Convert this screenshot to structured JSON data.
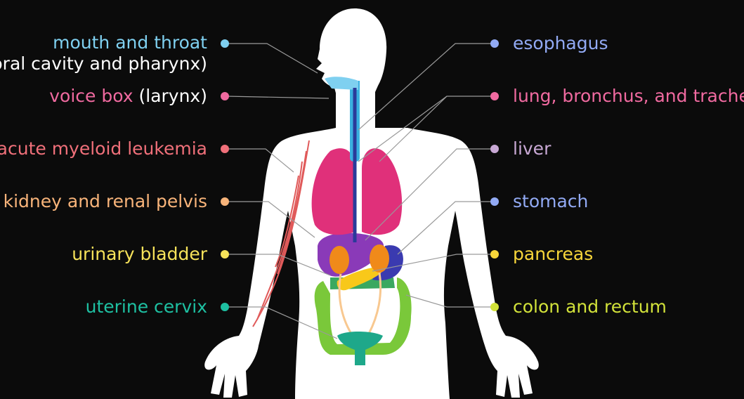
{
  "colors": {
    "background": "#0b0b0b",
    "body": "#ffffff",
    "leader_line": "#9a9a9a"
  },
  "labels": {
    "mouth": {
      "text": "mouth and throat",
      "secondary": "(oral cavity and pharynx)",
      "color": "#7fd0f0"
    },
    "voice_box": {
      "text": "voice box",
      "secondary": "(larynx)",
      "color": "#f06aa0"
    },
    "aml": {
      "text": "acute myeloid leukemia",
      "color": "#f0707a"
    },
    "kidney": {
      "text": "kidney and renal pelvis",
      "color": "#f8b47a"
    },
    "bladder": {
      "text": "urinary bladder",
      "color": "#f6e25a"
    },
    "cervix": {
      "text": "uterine cervix",
      "color": "#1ec0a2"
    },
    "esophagus": {
      "text": "esophagus",
      "color": "#92aaf4"
    },
    "lung": {
      "text": "lung, bronchus, and trachea",
      "color": "#f06aa0"
    },
    "liver": {
      "text": "liver",
      "color": "#c8a8d4"
    },
    "stomach": {
      "text": "stomach",
      "color": "#92aaf4"
    },
    "pancreas": {
      "text": "pancreas",
      "color": "#f8d63a"
    },
    "colon": {
      "text": "colon and rectum",
      "color": "#d2e23a"
    }
  },
  "organs": {
    "lungs": "#e0307a",
    "trachea": "#3ab0e0",
    "esophagus": "#2a3a9a",
    "liver": "#8a3ab8",
    "stomach": "#3a3ab0",
    "kidneys": "#f08a1a",
    "pancreas": "#f8c81a",
    "colon": "#7ac83a",
    "uterus": "#1ea88a",
    "veins": "#e05a5a"
  }
}
